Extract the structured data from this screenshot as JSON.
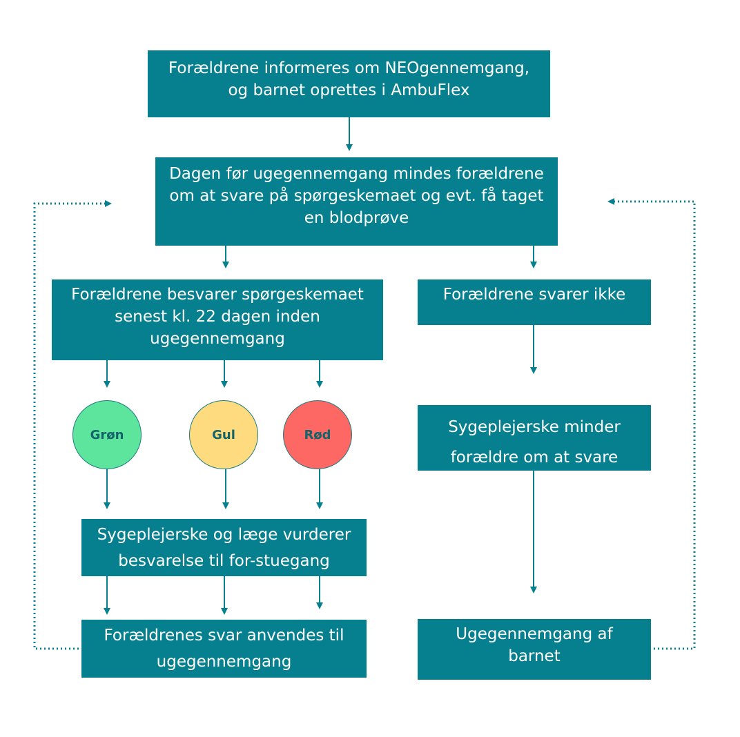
{
  "colors": {
    "box_fill": "#067f8f",
    "box_text": "#ffffff",
    "arrow": "#067f8f",
    "green": "#5de59e",
    "yellow": "#fddb7e",
    "red": "#fe6864"
  },
  "nodes": {
    "inform": "Forældrene informeres om NEOgennemgang,\nog barnet oprettes i AmbuFlex",
    "reminder": "Dagen før ugegennemgang mindes forældrene\nom at svare på spørgeskemaet og evt. få taget\nen blodprøve",
    "answers": "Forældrene besvarer spørgeskemaet\nsenest kl. 22 dagen inden\nugegennemgang",
    "no_answer": "Forældrene svarer ikke",
    "nurse_reminds": "Sygeplejerske minder\nforældre om at svare",
    "assess": "Sygeplejerske og læge vurderer\nbesvarelse til for-stuegang",
    "used": "Forældrenes svar anvendes til\nugegennemgang",
    "review": "Ugegennemgang af\nbarnet"
  },
  "circles": {
    "green": "Grøn",
    "yellow": "Gul",
    "red": "Rød"
  }
}
